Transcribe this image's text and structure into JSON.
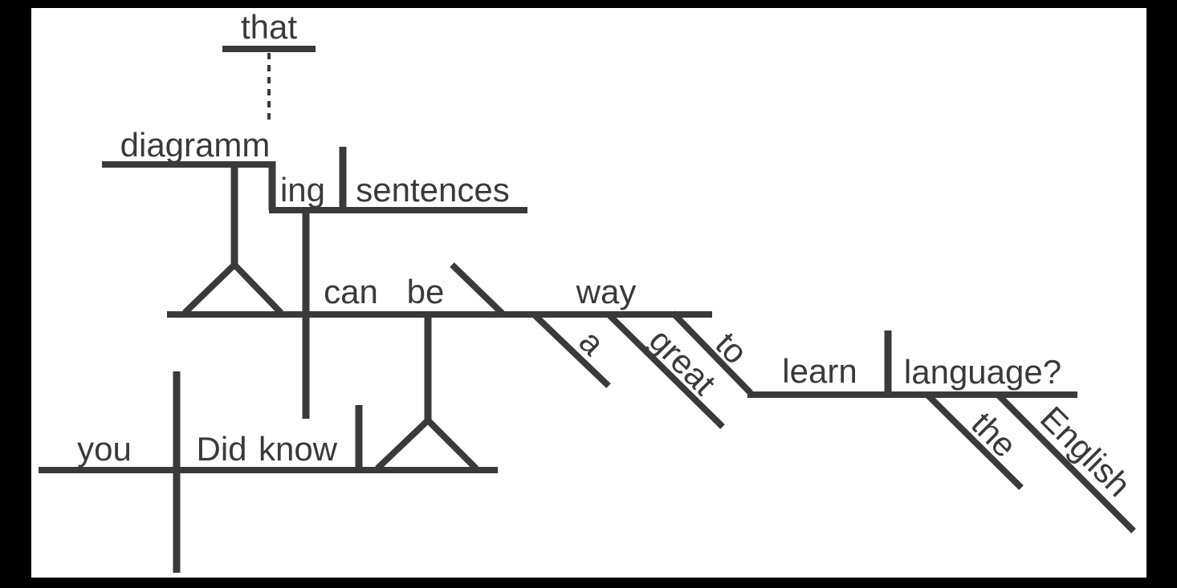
{
  "diagram": {
    "type": "reed-kellogg-sentence-diagram",
    "words": {
      "that": "that",
      "diagramm": "diagramm",
      "ing": "ing",
      "sentences": "sentences",
      "can": "can",
      "be": "be",
      "way": "way",
      "a": "a",
      "great": "great",
      "to": "to",
      "learn": "learn",
      "language": "language?",
      "the": "the",
      "english": "English",
      "you": "you",
      "did": "Did",
      "know": "know"
    },
    "colors": {
      "line": "#3a3a3a",
      "text": "#3a3a3a",
      "background": "#ffffff",
      "frame": "#000000"
    }
  }
}
